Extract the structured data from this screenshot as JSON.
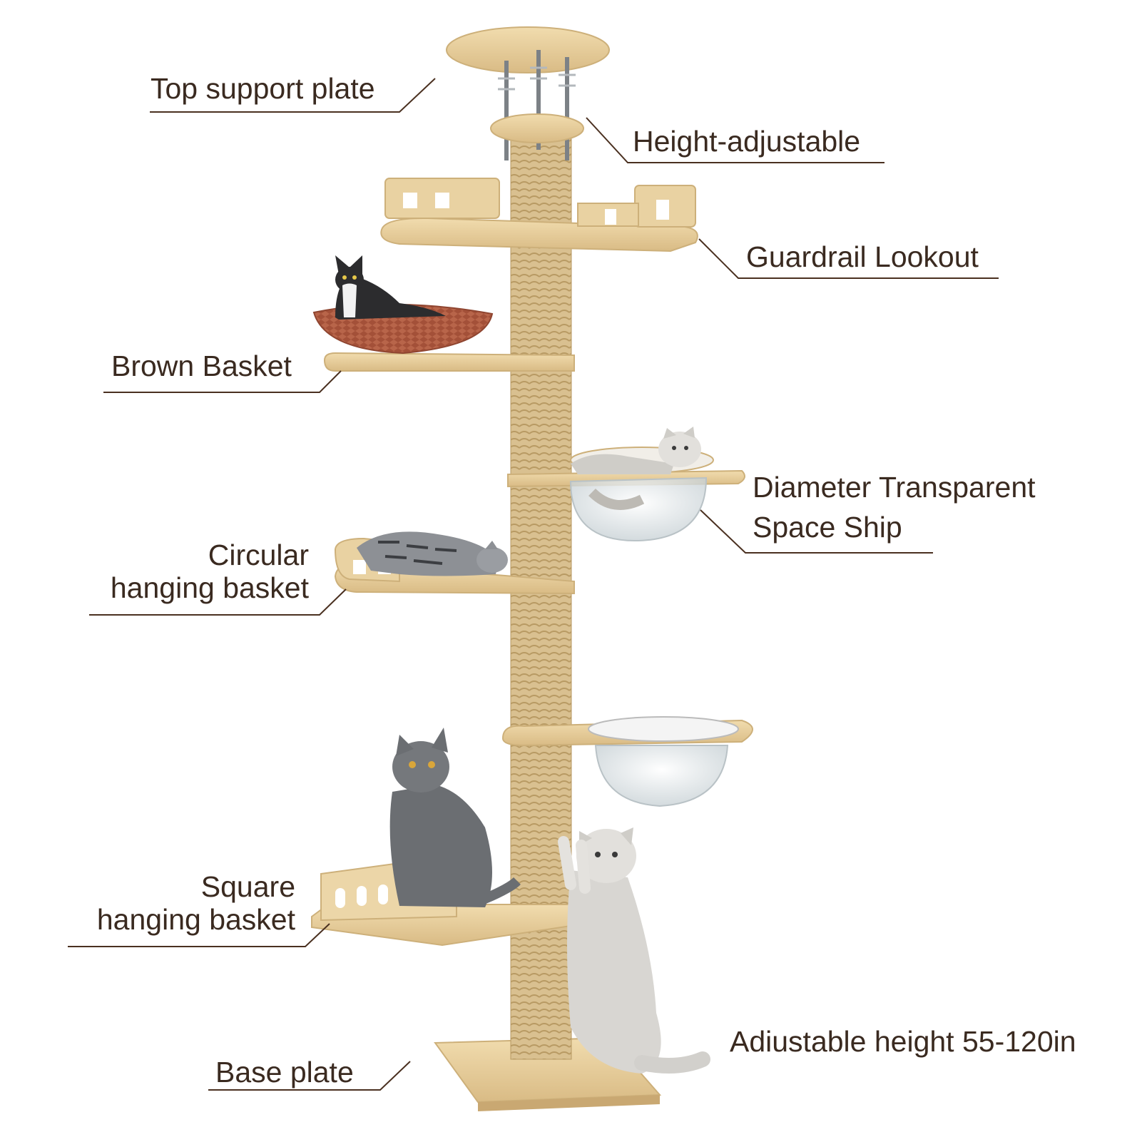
{
  "labels": {
    "top_support_plate": "Top support plate",
    "height_adjustable": "Height-adjustable",
    "guardrail_lookout": "Guardrail Lookout",
    "brown_basket": "Brown Basket",
    "space_ship_line1": "Diameter Transparent",
    "space_ship_line2": "Space Ship",
    "circular_basket_line1": "Circular",
    "circular_basket_line2": "hanging basket",
    "square_basket_line1": "Square",
    "square_basket_line2": "hanging basket",
    "adjustable_height": "Adiustable height 55-120in",
    "base_plate": "Base plate"
  },
  "colors": {
    "text": "#3a2a20",
    "leader_line": "#4a3020",
    "wood": "#e8cf9e",
    "wood_edge": "#cdb07a",
    "sisal": "#d9c090",
    "basket": "#b8654a",
    "acrylic": "#e9eef0",
    "cat_gray": "#6b6e72",
    "cat_dark": "#2c2c2e",
    "cat_light": "#d8d6d2"
  }
}
